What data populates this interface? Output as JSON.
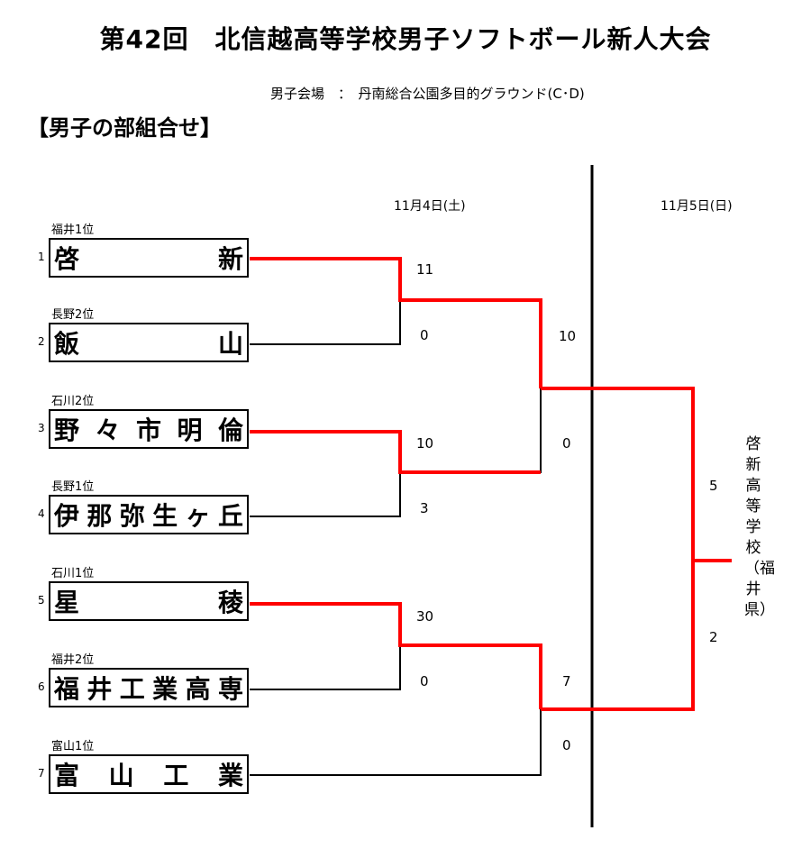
{
  "title": "第42回　北信越高等学校男子ソフトボール新人大会",
  "venue": "男子会場　：　丹南総合公園多目的グラウンド(C･D)",
  "section": "【男子の部組合せ】",
  "dates": {
    "day1": "11月4日(土)",
    "day2": "11月5日(日)"
  },
  "teams": [
    {
      "num": "1",
      "seed": "福井1位",
      "name": "啓新"
    },
    {
      "num": "2",
      "seed": "長野2位",
      "name": "飯山"
    },
    {
      "num": "3",
      "seed": "石川2位",
      "name": "野々市明倫"
    },
    {
      "num": "4",
      "seed": "長野1位",
      "name": "伊那弥生ヶ丘"
    },
    {
      "num": "5",
      "seed": "石川1位",
      "name": "星稜"
    },
    {
      "num": "6",
      "seed": "福井2位",
      "name": "福井工業高専"
    },
    {
      "num": "7",
      "seed": "富山1位",
      "name": "富山工業"
    }
  ],
  "scores": {
    "r1_m1_top": "11",
    "r1_m1_bot": "0",
    "r1_m2_top": "10",
    "r1_m2_bot": "3",
    "r1_m3_top": "30",
    "r1_m3_bot": "0",
    "sf1_top": "10",
    "sf1_bot": "0",
    "sf2_top": "7",
    "sf2_bot": "0",
    "final_top": "5",
    "final_bot": "2"
  },
  "champion": "啓新高等学校（福井県）",
  "colors": {
    "win": "#ff0000",
    "line": "#000000"
  }
}
